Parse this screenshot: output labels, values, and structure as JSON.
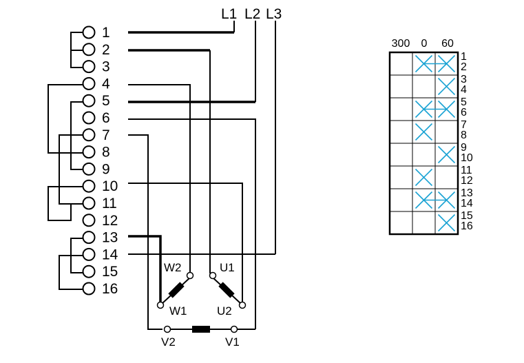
{
  "lines": [
    "L1",
    "L2",
    "L3"
  ],
  "terminals": [
    "1",
    "2",
    "3",
    "4",
    "5",
    "6",
    "7",
    "8",
    "9",
    "10",
    "11",
    "12",
    "13",
    "14",
    "15",
    "16"
  ],
  "windings": {
    "w2": "W2",
    "u1": "U1",
    "w1": "W1",
    "u2": "U2",
    "v2": "V2",
    "v1": "V1"
  },
  "switch_table": {
    "positions": [
      "300",
      "0",
      "60"
    ],
    "row_labels": [
      "1",
      "2",
      "3",
      "4",
      "5",
      "6",
      "7",
      "8",
      "9",
      "10",
      "11",
      "12",
      "13",
      "14",
      "15",
      "16"
    ],
    "rows": 8,
    "closed_contacts": [
      {
        "row": 1,
        "col": 2
      },
      {
        "row": 1,
        "col": 3
      },
      {
        "row": 2,
        "col": 3
      },
      {
        "row": 3,
        "col": 2
      },
      {
        "row": 3,
        "col": 3
      },
      {
        "row": 4,
        "col": 2
      },
      {
        "row": 5,
        "col": 3
      },
      {
        "row": 6,
        "col": 2
      },
      {
        "row": 7,
        "col": 2
      },
      {
        "row": 7,
        "col": 3
      },
      {
        "row": 8,
        "col": 3
      }
    ],
    "cross_color": "#1aa3d4"
  }
}
